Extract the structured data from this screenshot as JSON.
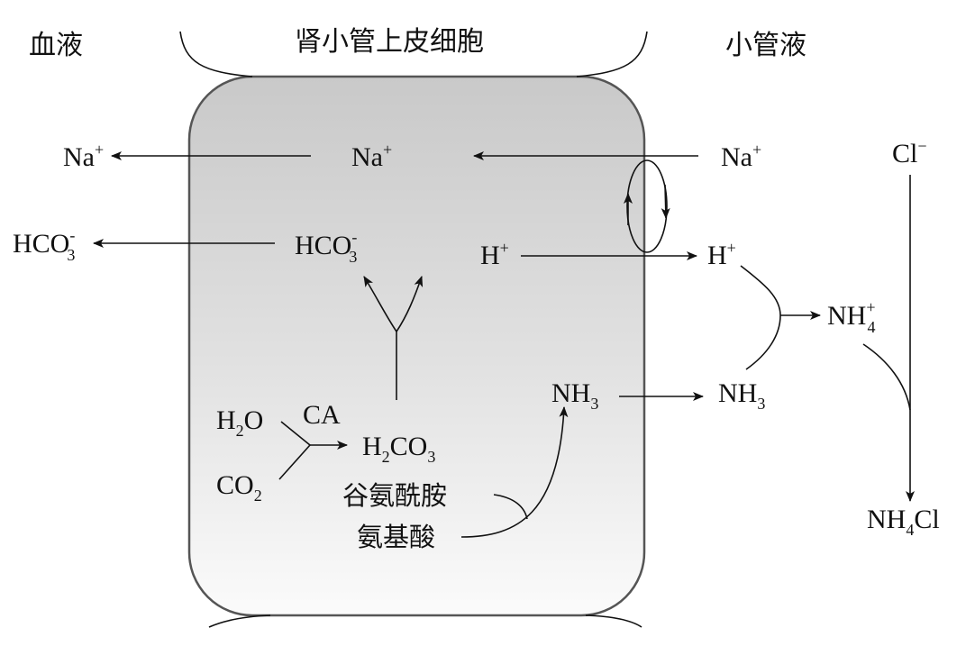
{
  "regions": {
    "blood": "血液",
    "cell": "肾小管上皮细胞",
    "lumen": "小管液"
  },
  "species": {
    "na_blood": {
      "base": "Na",
      "sup": "+"
    },
    "na_cell": {
      "base": "Na",
      "sup": "+"
    },
    "na_lumen": {
      "base": "Na",
      "sup": "+"
    },
    "cl_lumen": {
      "base": "Cl",
      "sup": "−"
    },
    "hco3_blood": {
      "base": "HCO",
      "sub": "3",
      "sup": "-"
    },
    "hco3_cell": {
      "base": "HCO",
      "sub": "3",
      "sup": "-"
    },
    "h_cell": {
      "base": "H",
      "sup": "+"
    },
    "h_lumen": {
      "base": "H",
      "sup": "+"
    },
    "nh4_lumen": {
      "base": "NH",
      "sub": "4",
      "sup": "+"
    },
    "nh3_cell": {
      "base": "NH",
      "sub": "3"
    },
    "nh3_lumen": {
      "base": "NH",
      "sub": "3"
    },
    "h2o": {
      "a": "H",
      "sub": "2",
      "b": "O"
    },
    "co2": {
      "a": "CO",
      "sub": "2"
    },
    "h2co3": {
      "a": "H",
      "sub1": "2",
      "b": "CO",
      "sub2": "3"
    },
    "nh4cl": {
      "a": "NH",
      "sub": "4",
      "b": "Cl"
    }
  },
  "labels": {
    "enzyme": "CA",
    "glutamine": "谷氨酰胺",
    "amino_acid": "氨基酸"
  }
}
